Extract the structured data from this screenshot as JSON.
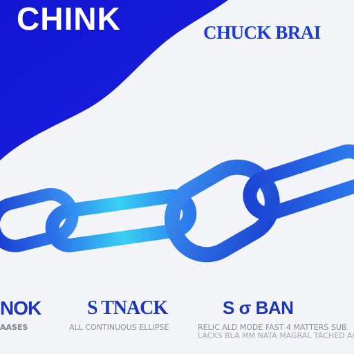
{
  "heading": {
    "main": "CHINK",
    "secondary": "CHUCK BRAI"
  },
  "captions": [
    {
      "text": "NOK"
    },
    {
      "text": "S TNACK"
    },
    {
      "text": "S σ BAN"
    }
  ],
  "small_print": [
    {
      "line1": "AASES",
      "line2": ""
    },
    {
      "line1": "ALL CONTINUOUS ELLIPSE",
      "line2": ""
    },
    {
      "line1": "RELIC ALD MODE FAST 4 MATTERS SUB",
      "line2": "LACKS BLA MM NATA MAGRAL TACHED ACHIEVED"
    }
  ],
  "colors": {
    "background": "#f3f4f7",
    "wave": "#1418d4",
    "heading_secondary": "#1c3bd3",
    "caption": "#1d36b8",
    "chain_dark": "#1b3fd0",
    "chain_mid": "#2f79f0",
    "chain_light": "#35c4f2"
  },
  "icons": {
    "chain": "chain-link-icon"
  }
}
